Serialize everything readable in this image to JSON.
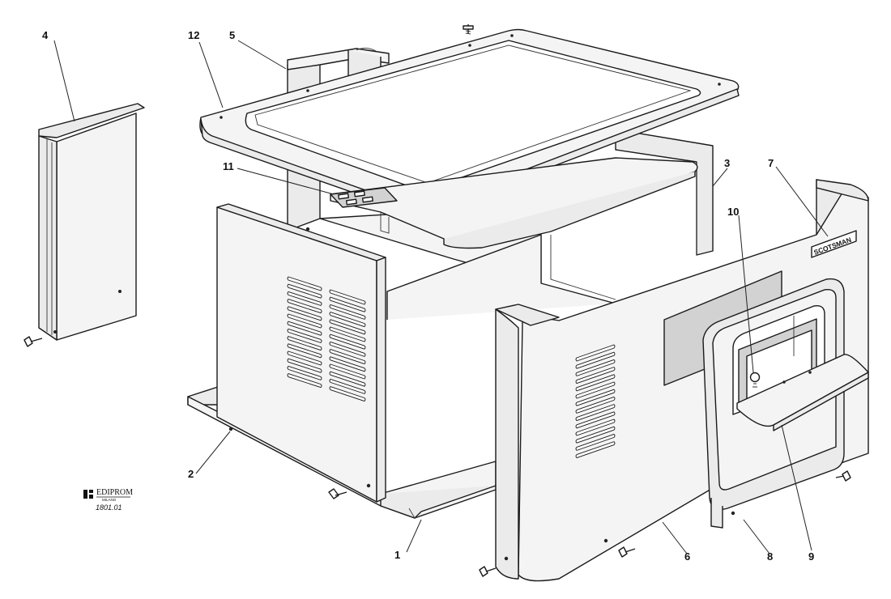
{
  "callouts": [
    {
      "id": "c1",
      "label": "1"
    },
    {
      "id": "c2",
      "label": "2"
    },
    {
      "id": "c3",
      "label": "3"
    },
    {
      "id": "c4",
      "label": "4"
    },
    {
      "id": "c5",
      "label": "5"
    },
    {
      "id": "c6",
      "label": "6"
    },
    {
      "id": "c7",
      "label": "7"
    },
    {
      "id": "c8",
      "label": "8"
    },
    {
      "id": "c9",
      "label": "9"
    },
    {
      "id": "c10",
      "label": "10"
    },
    {
      "id": "c11",
      "label": "11"
    },
    {
      "id": "c12",
      "label": "12"
    }
  ],
  "brand_badge": "SCOTSMAN",
  "publisher_logo": {
    "name": "EDIPROM",
    "tagline": "MILANO",
    "code": "1801.01"
  }
}
